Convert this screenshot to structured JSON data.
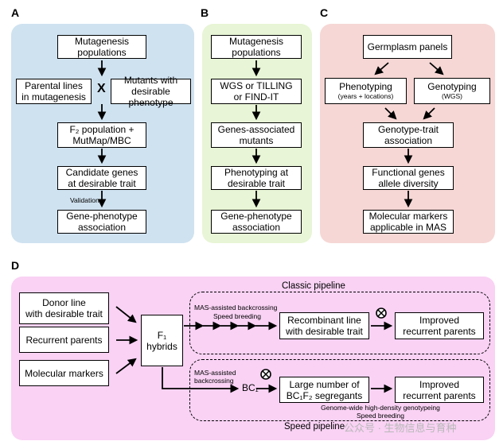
{
  "panel_a": {
    "letter": "A",
    "mutagenesis": [
      "Mutagenesis",
      "populations"
    ],
    "parental": [
      "Parental lines",
      "in mutagenesis"
    ],
    "cross": "X",
    "mutants": [
      "Mutants with",
      "desirable phenotype"
    ],
    "f2": [
      "F₂ population +",
      "MutMap/MBC"
    ],
    "candidate": [
      "Candidate genes",
      "at desirable trait"
    ],
    "validation": "Validation",
    "association": [
      "Gene-phenotype",
      "association"
    ]
  },
  "panel_b": {
    "letter": "B",
    "mutagenesis": [
      "Mutagenesis",
      "populations"
    ],
    "wgs": [
      "WGS or TILLING",
      "or FIND-IT"
    ],
    "genes": [
      "Genes-associated",
      "mutants"
    ],
    "phenotyping": [
      "Phenotyping at",
      "desirable trait"
    ],
    "association": [
      "Gene-phenotype",
      "association"
    ]
  },
  "panel_c": {
    "letter": "C",
    "germplasm": "Germplasm panels",
    "phenotyping": "Phenotyping",
    "phenotyping_sub": "(years + locations)",
    "genotyping": "Genotyping",
    "genotyping_sub": "(WGS)",
    "gta": [
      "Genotype-trait",
      "association"
    ],
    "functional": [
      "Functional genes",
      "allele diversity"
    ],
    "markers": [
      "Molecular markers",
      "applicable in MAS"
    ]
  },
  "panel_d": {
    "letter": "D",
    "classic_title": "Classic pipeline",
    "speed_title": "Speed pipeline",
    "donor": [
      "Donor line",
      "with desirable trait"
    ],
    "recurrent": "Recurrent parents",
    "markers": "Molecular markers",
    "f1": [
      "F₁",
      "hybrids"
    ],
    "classic_step_labels": [
      "MAS-assisted backcrossing",
      "Speed breeding"
    ],
    "recombinant": [
      "Recombinant line",
      "with desirable trait"
    ],
    "improved_classic": [
      "Improved",
      "recurrent parents"
    ],
    "speed_step_labels": [
      "MAS-assisted",
      "backcrossing"
    ],
    "bc1": "BC₁",
    "segregants": [
      "Large number of",
      "BC₁F₂ segregants"
    ],
    "improved_speed": [
      "Improved",
      "recurrent parents"
    ],
    "speed_notes": [
      "Genome-wide high-density genotypeing",
      "Speed breeding"
    ]
  },
  "watermark": "公众号 · 生物信息与育种",
  "colors": {
    "panel_a": "#cfe2f0",
    "panel_b": "#e8f5d6",
    "panel_c": "#f6d7d5",
    "panel_d": "#f9d2f4"
  }
}
